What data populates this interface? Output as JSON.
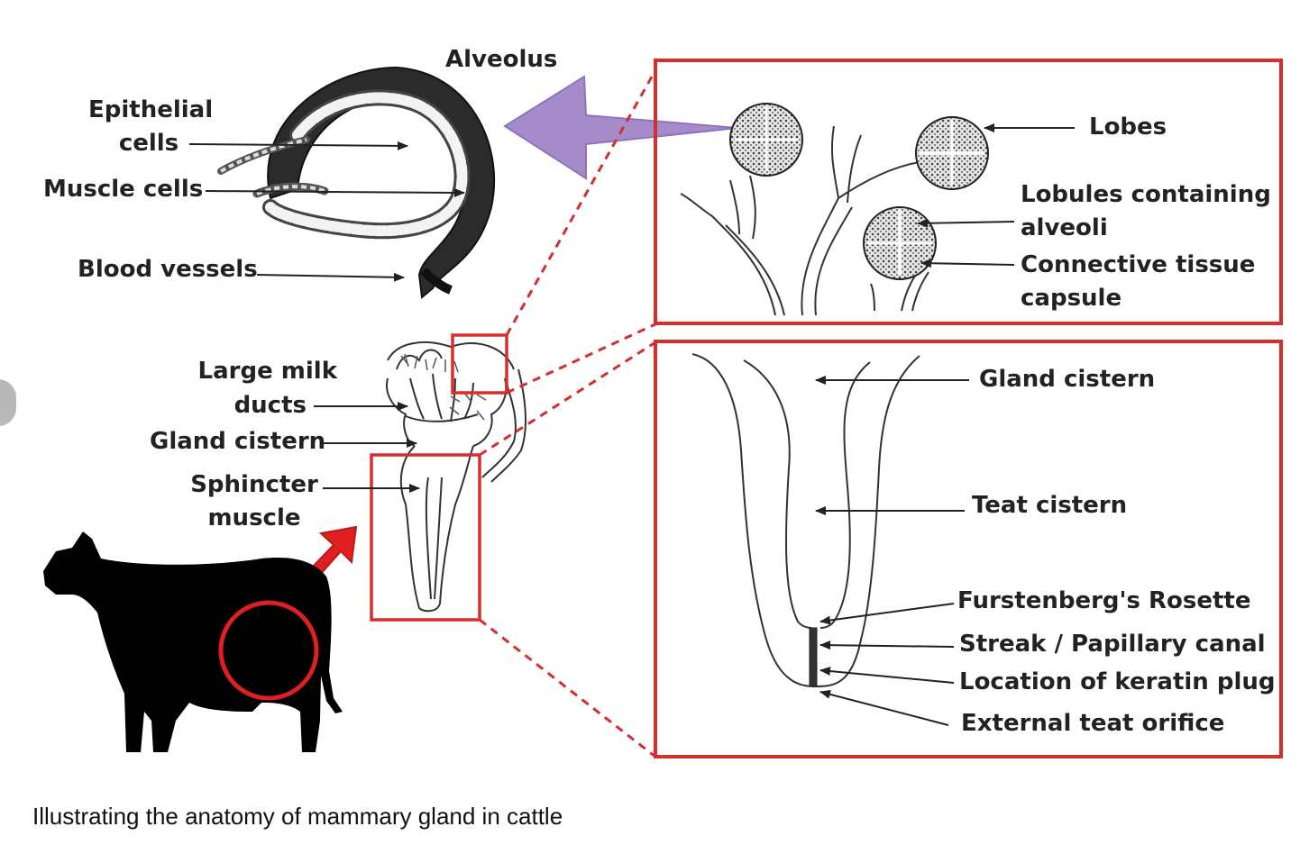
{
  "caption": "Illustrating the anatomy of mammary gland in cattle",
  "colors": {
    "frame_red": "#d32f2f",
    "arrow_purple": "#a58bc9",
    "arrow_red": "#e02020",
    "silhouette": "#000000",
    "line": "#222222"
  },
  "labels": {
    "alveolus": "Alveolus",
    "epithelial_1": "Epithelial",
    "epithelial_2": "cells",
    "muscle_cells": "Muscle cells",
    "blood_vessels": "Blood vessels",
    "lobes": "Lobes",
    "lobules_1": "Lobules containing",
    "lobules_2": "alveoli",
    "connective_1": "Connective tissue",
    "connective_2": "capsule",
    "large_ducts_1": "Large milk",
    "large_ducts_2": "ducts",
    "gland_cistern_left": "Gland cistern",
    "sphincter_1": "Sphincter",
    "sphincter_2": "muscle",
    "gland_cistern_right": "Gland cistern",
    "teat_cistern": "Teat cistern",
    "furstenberg": "Furstenberg's Rosette",
    "streak": "Streak / Papillary canal",
    "keratin": "Location of keratin plug",
    "orifice": "External teat orifice"
  }
}
